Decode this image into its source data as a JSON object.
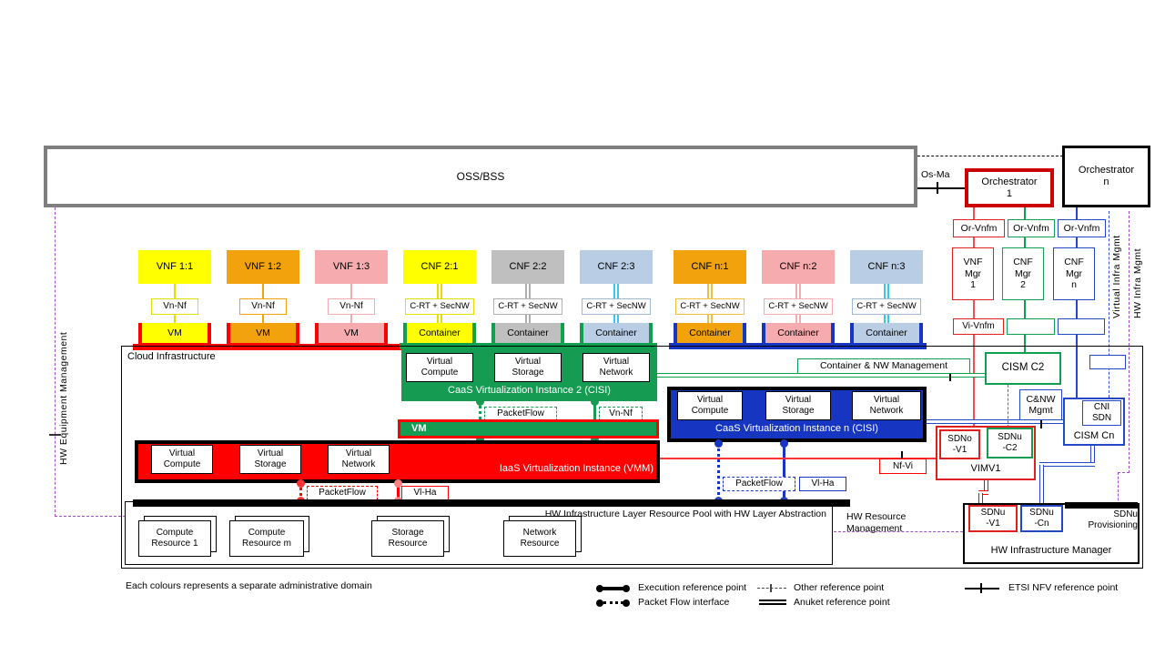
{
  "palette": {
    "yellow": "#FFFF00",
    "orange": "#F2A20C",
    "pink": "#F6ABAE",
    "gray": "#BFBFBF",
    "lightblue": "#B9CDE5",
    "red": "#FF0000",
    "green": "#169C52",
    "green_line": "#0EA04E",
    "blue": "#1636C1",
    "blue_line": "#2447C5",
    "cyan": "#35C8F0",
    "purple": "#A050C0",
    "oss_border": "#7F7F7F"
  },
  "oss": {
    "label": "OSS/BSS"
  },
  "top_right": {
    "os_ma": "Os-Ma",
    "orchestrator_1": "Orchestrator\n1",
    "orchestrator_n": "Orchestrator\nn",
    "or_vnfm_1": "Or-Vnfm",
    "or_vnfm_2": "Or-Vnfm",
    "or_vnfm_3": "Or-Vnfm",
    "vnf_mgr_1": "VNF\nMgr\n1",
    "cnf_mgr_2": "CNF\nMgr\n2",
    "cnf_mgr_n": "CNF\nMgr\nn",
    "vi_vnfm": "Vi-Vnfm",
    "virtual_infra_mgmt": "Virtual Infra Mgmt",
    "hw_infra_mgmt": "HW Infra Mgmt"
  },
  "columns": [
    {
      "label": "VNF 1:1",
      "ref": "Vn-Nf",
      "unit": "VM"
    },
    {
      "label": "VNF 1:2",
      "ref": "Vn-Nf",
      "unit": "VM"
    },
    {
      "label": "VNF 1:3",
      "ref": "Vn-Nf",
      "unit": "VM"
    },
    {
      "label": "CNF 2:1",
      "ref": "C-RT + SecNW",
      "unit": "Container"
    },
    {
      "label": "CNF 2:2",
      "ref": "C-RT + SecNW",
      "unit": "Container"
    },
    {
      "label": "CNF 2:3",
      "ref": "C-RT + SecNW",
      "unit": "Container"
    },
    {
      "label": "CNF n:1",
      "ref": "C-RT + SecNW",
      "unit": "Container"
    },
    {
      "label": "CNF n:2",
      "ref": "C-RT + SecNW",
      "unit": "Container"
    },
    {
      "label": "CNF n:3",
      "ref": "C-RT + SecNW",
      "unit": "Container"
    }
  ],
  "cloud": {
    "label": "Cloud  Infrastructure",
    "caas2_title": "CaaS Virtualization Instance 2 (CISI)",
    "caasn_title": "CaaS Virtualization Instance n (CISI)",
    "virtual_compute": "Virtual\nCompute",
    "virtual_storage": "Virtual\nStorage",
    "virtual_network": "Virtual\nNetwork",
    "vm_bar": "VM",
    "iaas_title": "IaaS Virtualization Instance (VMM)",
    "packetflow": "PacketFlow",
    "vn_nf": "Vn-Nf",
    "vl_ha": "Vl-Ha",
    "nf_vi": "Nf-Vi",
    "container_nw_mgmt": "Container & NW  Management",
    "cism_c2": "CISM C2",
    "cnw_mgmt": "C&NW\nMgmt",
    "cni_sdn": "CNI\nSDN",
    "cism_cn": "CISM Cn",
    "vimv1": "VIMV1",
    "sdno_v1": "SDNo\n-V1",
    "sdnu_c2": "SDNu\n-C2"
  },
  "hw": {
    "pool_title": "HW Infrastructure Layer Resource Pool with HW Layer Abstraction",
    "resources": [
      {
        "label": "Compute\nResource 1"
      },
      {
        "label": "Compute\nResource m"
      },
      {
        "label": "Storage\nResource"
      },
      {
        "label": "Network\nResource"
      }
    ],
    "resource_mgmt": "HW Resource\nManagement",
    "equipment_mgmt": "HW Equipment Management",
    "manager": "HW Infrastructure Manager",
    "sdnu_v1": "SDNu\n-V1",
    "sdnu_cn": "SDNu\n-Cn",
    "sdnu_prov": "SDNu\nProvisioning"
  },
  "legend": {
    "note": "Each colours represents a separate administrative domain",
    "execution": "Execution reference point",
    "packet_flow": "Packet Flow interface",
    "other": "Other reference point",
    "anuket": "Anuket reference point",
    "etsi": "ETSI NFV reference point"
  }
}
